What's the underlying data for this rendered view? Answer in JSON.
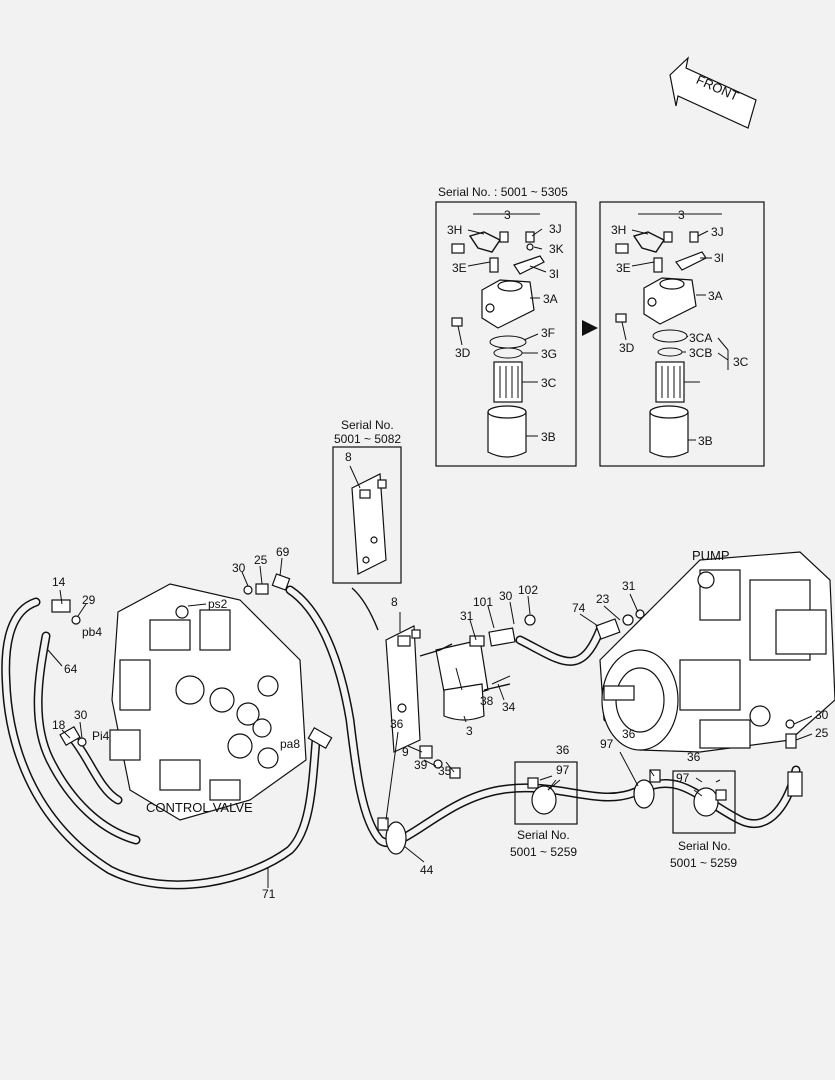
{
  "labels": {
    "front": "FRONT",
    "serial_top": "Serial No. : 5001 ~ 5305",
    "box_left_title": "3",
    "box_right_title": "3",
    "l_3H": "3H",
    "l_3J": "3J",
    "l_3K": "3K",
    "l_3E": "3E",
    "l_3I": "3I",
    "l_3A": "3A",
    "l_3D": "3D",
    "l_3F": "3F",
    "l_3G": "3G",
    "l_3C": "3C",
    "l_3B": "3B",
    "r_3H": "3H",
    "r_3J": "3J",
    "r_3E": "3E",
    "r_3I": "3I",
    "r_3A": "3A",
    "r_3D": "3D",
    "r_3CA": "3CA",
    "r_3CB": "3CB",
    "r_3C": "3C",
    "r_3B": "3B",
    "serial_8_line1": "Serial No.",
    "serial_8_line2": "5001 ~ 5082",
    "n8_box": "8",
    "pump": "PUMP",
    "control_valve": "CONTROL VALVE",
    "ps2": "ps2",
    "pb4": "pb4",
    "pa8": "pa8",
    "pi4": "Pi4",
    "n14": "14",
    "n29": "29",
    "n64": "64",
    "n18": "18",
    "n30a": "30",
    "n30b": "30",
    "n25a": "25",
    "n69": "69",
    "n71": "71",
    "n8": "8",
    "n31a": "31",
    "n101": "101",
    "n30c": "30",
    "n102": "102",
    "n38": "38",
    "n34": "34",
    "n3": "3",
    "n9": "9",
    "n39": "39",
    "n35": "35",
    "n74": "74",
    "n23": "23",
    "n31b": "31",
    "n30d": "30",
    "n25b": "25",
    "n36a": "36",
    "n44": "44",
    "n36b": "36",
    "n97a": "97",
    "serial_mid_line1": "Serial No.",
    "serial_mid_line2": "5001 ~ 5259",
    "n97b": "97",
    "n36c": "36",
    "n36d": "36",
    "n97c": "97",
    "serial_right_line1": "Serial No.",
    "serial_right_line2": "5001 ~ 5259"
  }
}
